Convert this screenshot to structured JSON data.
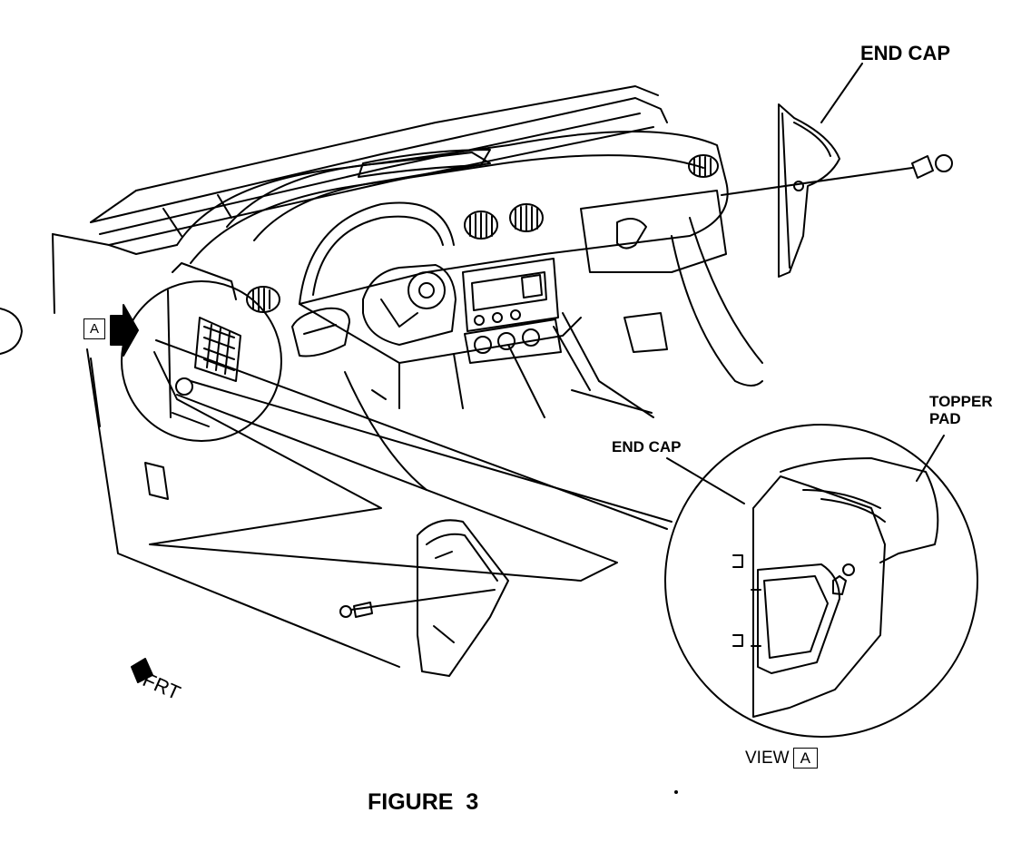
{
  "labels": {
    "end_cap_top": "END  CAP",
    "end_cap_view": "END CAP",
    "topper_pad_line1": "TOPPER",
    "topper_pad_line2": "PAD",
    "view_prefix": "VIEW",
    "view_letter": "A",
    "callout_letter": "A",
    "frt": "FRT",
    "figure_caption": "FIGURE  3"
  }
}
